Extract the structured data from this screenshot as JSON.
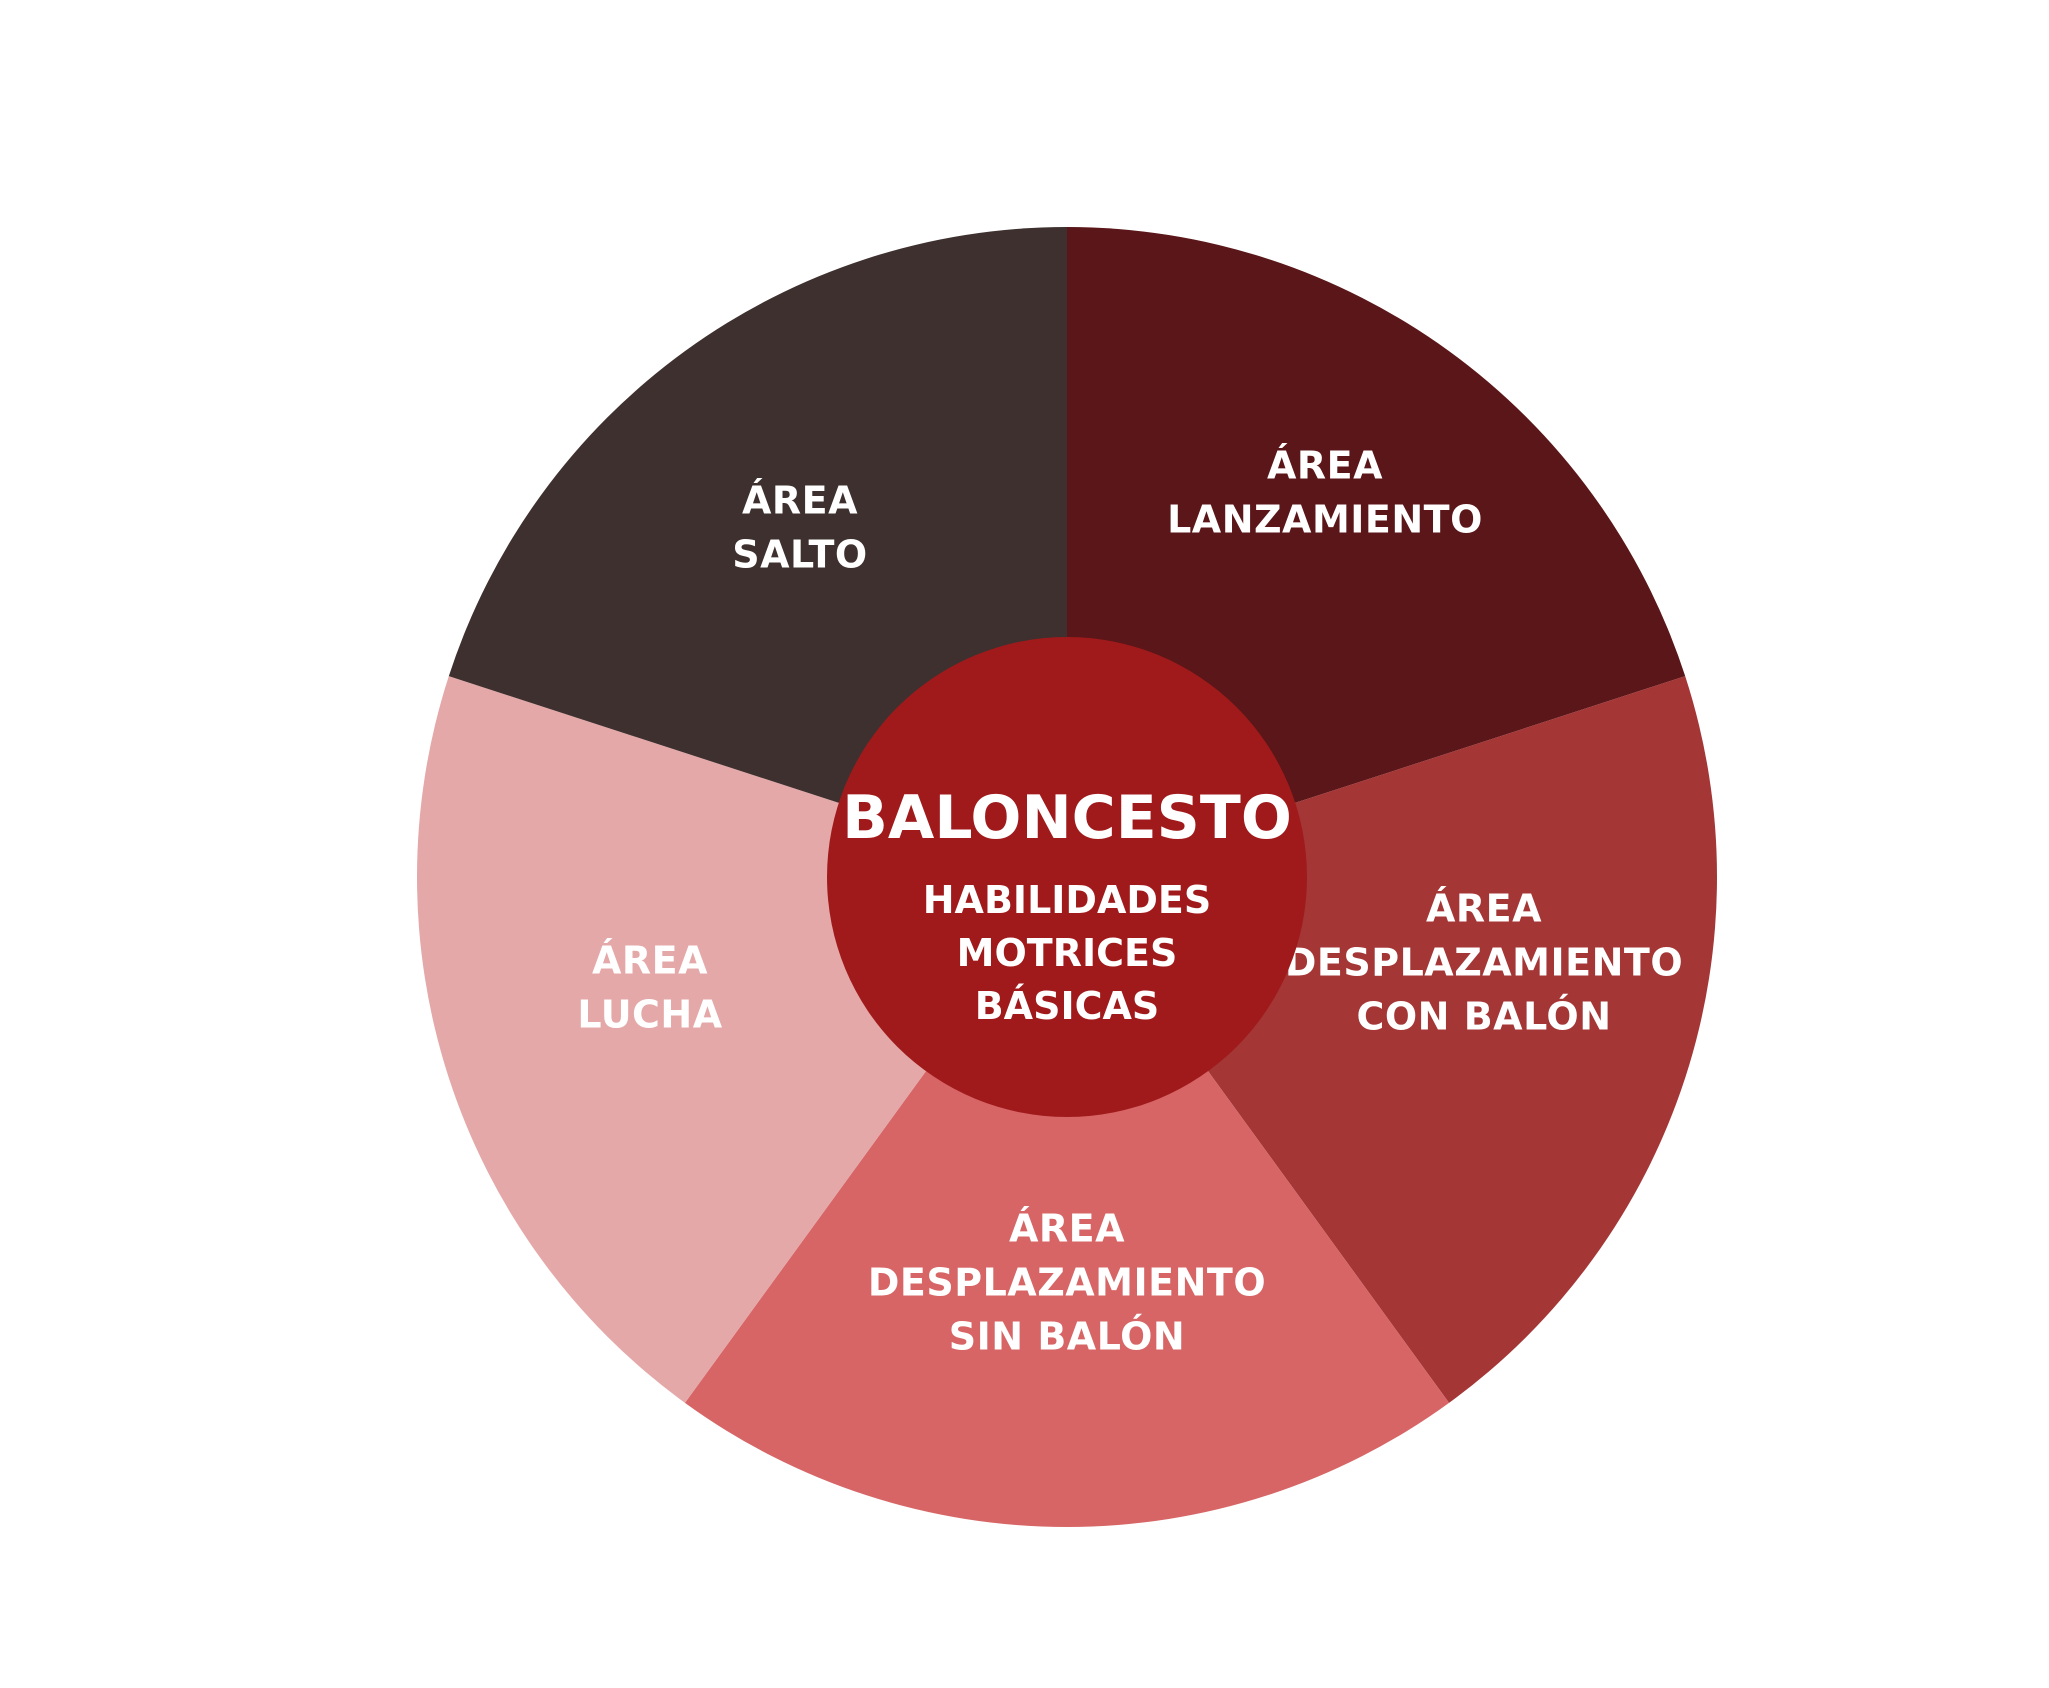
{
  "diagram": {
    "center": {
      "title": "BALONCESTO",
      "subtitle_lines": [
        "HABILIDADES",
        "MOTRICES",
        "BÁSICAS"
      ],
      "color": "#A01A1B"
    },
    "segments": [
      {
        "id": "lanzamiento",
        "lines": [
          "ÁREA",
          "LANZAMIENTO"
        ],
        "color": "#5A1618"
      },
      {
        "id": "desplazamiento-con-balon",
        "lines": [
          "ÁREA",
          "DESPLAZAMIENTO",
          "CON BALÓN"
        ],
        "color": "#A43636"
      },
      {
        "id": "desplazamiento-sin-balon",
        "lines": [
          "ÁREA",
          "DESPLAZAMIENTO",
          "SIN BALÓN"
        ],
        "color": "#D76566"
      },
      {
        "id": "lucha",
        "lines": [
          "ÁREA",
          "LUCHA"
        ],
        "color": "#E5A8A9"
      },
      {
        "id": "salto",
        "lines": [
          "ÁREA",
          "SALTO"
        ],
        "color": "#3D302E"
      }
    ]
  }
}
